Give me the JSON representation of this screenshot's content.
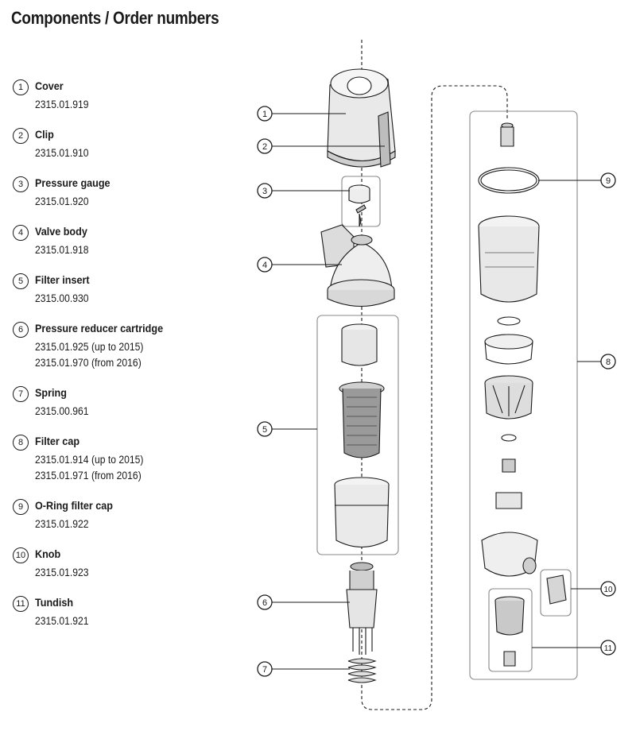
{
  "title": "Components / Order numbers",
  "parts": [
    {
      "num": "1",
      "name": "Cover",
      "numbers": [
        "2315.01.919"
      ]
    },
    {
      "num": "2",
      "name": "Clip",
      "numbers": [
        "2315.01.910"
      ]
    },
    {
      "num": "3",
      "name": "Pressure gauge",
      "numbers": [
        "2315.01.920"
      ]
    },
    {
      "num": "4",
      "name": "Valve body",
      "numbers": [
        "2315.01.918"
      ]
    },
    {
      "num": "5",
      "name": "Filter insert",
      "numbers": [
        "2315.00.930"
      ]
    },
    {
      "num": "6",
      "name": "Pressure reducer cartridge",
      "numbers": [
        "2315.01.925 (up to 2015)",
        "2315.01.970 (from 2016)"
      ]
    },
    {
      "num": "7",
      "name": "Spring",
      "numbers": [
        "2315.00.961"
      ]
    },
    {
      "num": "8",
      "name": "Filter cap",
      "numbers": [
        "2315.01.914 (up to 2015)",
        "2315.01.971 (from 2016)"
      ]
    },
    {
      "num": "9",
      "name": "O-Ring filter cap",
      "numbers": [
        "2315.01.922"
      ]
    },
    {
      "num": "10",
      "name": "Knob",
      "numbers": [
        "2315.01.923"
      ]
    },
    {
      "num": "11",
      "name": "Tundish",
      "numbers": [
        "2315.01.921"
      ]
    }
  ],
  "callouts": [
    "1",
    "2",
    "3",
    "4",
    "5",
    "6",
    "7",
    "8",
    "9",
    "10",
    "11"
  ]
}
